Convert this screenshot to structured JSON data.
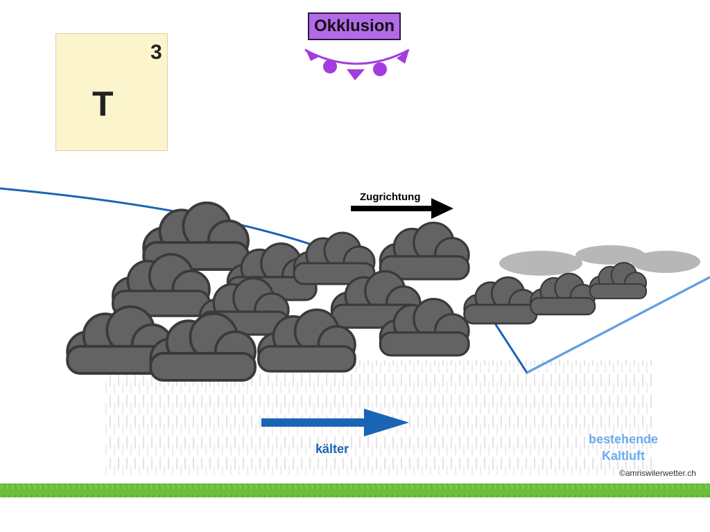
{
  "title": "Okklusion",
  "symbol_card": {
    "letter": "T",
    "number": "3"
  },
  "labels": {
    "direction": "Zugrichtung",
    "colder": "kälter",
    "cold_air_line1": "bestehende",
    "cold_air_line2": "Kaltluft",
    "copyright": "©amriswilerwetter.ch"
  },
  "colors": {
    "occlusion_purple": "#a43de0",
    "front_blue": "#1a64b4",
    "cold_air_blue": "#6aacf2",
    "cloud_gray": "#636363",
    "grass_green": "#6cbf3a"
  }
}
